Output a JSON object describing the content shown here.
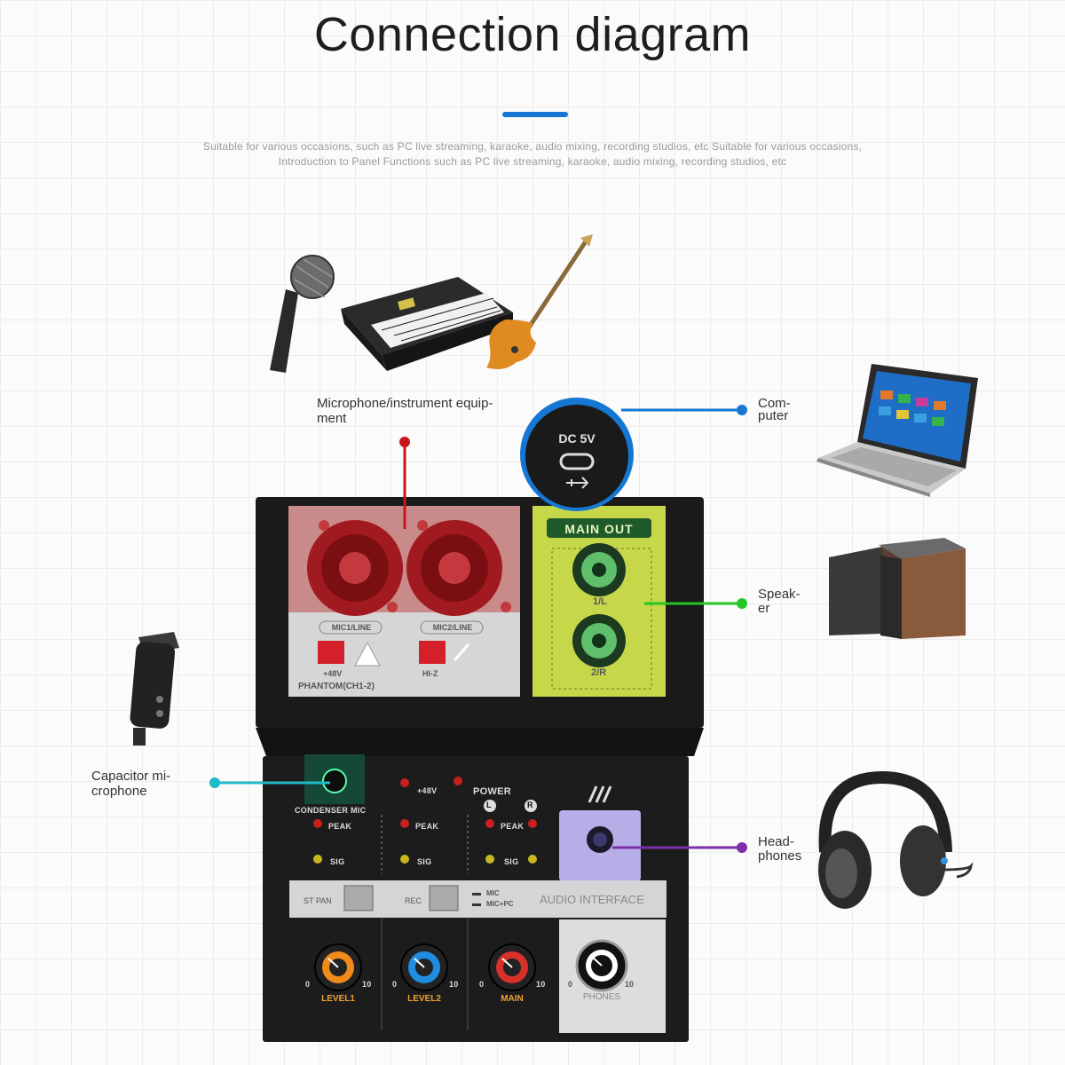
{
  "header": {
    "title": "Connection diagram",
    "subtitle_line1": "Suitable for various occasions, such as PC live streaming, karaoke, audio mixing, recording studios, etc Suitable for various occasions,",
    "subtitle_line2": "Introduction to Panel Functions such as PC live streaming, karaoke, audio mixing, recording studios, etc"
  },
  "labels": {
    "instruments": "Microphone/instrument equip-",
    "instruments_2": "ment",
    "computer": "Com-",
    "computer_2": "puter",
    "speaker": "Speak-",
    "speaker_2": "er",
    "capacitor": "Capacitor mi-",
    "capacitor_2": "crophone",
    "headphones": "Head-",
    "headphones_2": "phones"
  },
  "usb": {
    "label": "DC 5V"
  },
  "panel": {
    "mic1": "MIC1/LINE",
    "mic2": "MIC2/LINE",
    "plus48": "+48V",
    "hiz": "HI-Z",
    "phantom": "PHANTOM(CH1-2)",
    "main_out": "MAIN  OUT",
    "out_l": "1/L",
    "out_r": "2/R",
    "condenser": "CONDENSER MIC",
    "led_48v": "+48V",
    "power": "POWER",
    "power_l": "L",
    "power_r": "R",
    "peak": "PEAK",
    "sig": "SIG",
    "st_pan": "ST PAN",
    "rec": "REC",
    "rec_mic": "MIC",
    "rec_micpc": "MIC+PC",
    "audio_interface": "AUDIO INTERFACE",
    "scale_min": "0",
    "scale_max": "10",
    "knob_level1": "LEVEL1",
    "knob_level2": "LEVEL2",
    "knob_main": "MAIN",
    "knob_phones": "PHONES"
  },
  "colors": {
    "accent_blue": "#1677d2",
    "line_red": "#c8161d",
    "line_green": "#23c623",
    "line_cyan": "#1fb9c9",
    "line_purple": "#7b2fa6",
    "input_panel": "#c98a8a",
    "output_panel": "#c6d84a",
    "knob_orange": "#f08a1c",
    "knob_blue": "#1f8de0",
    "knob_red": "#d8312a"
  }
}
